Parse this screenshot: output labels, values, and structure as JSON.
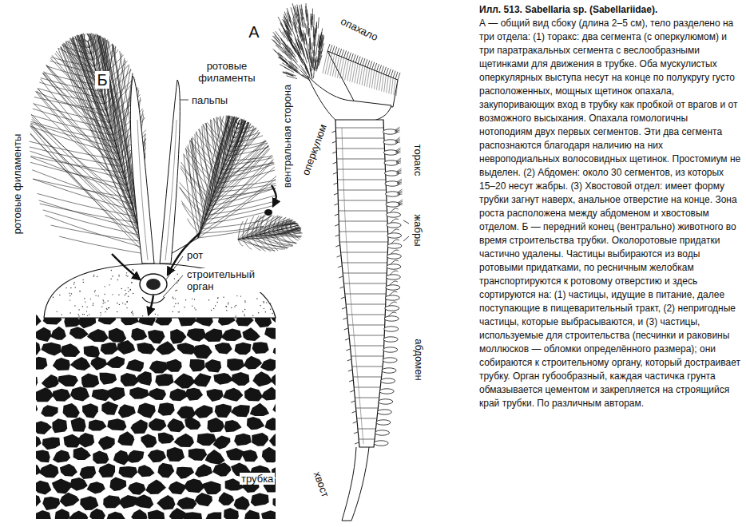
{
  "diagram": {
    "title": "Илл. 513. Sabellaria sp. (Sabellariidae).",
    "caption": "А — общий вид сбоку (длина 2–5 см), тело разделено на три отдела: (1) торакс: два сегмента (с оперкулюмом) и три паратракальных сегмента с веслообразными щетинками для движения в трубке. Оба мускулистых оперкулярных выступа несут на конце по полукругу густо расположенных, мощных щетинок опахала, закупоривающих вход в трубку как пробкой от врагов и от возможного высыхания. Опахала гомологичны нотоподиям двух первых сегментов. Эти два сегмента распознаются благодаря наличию на них невроподиальных волосовидных щетинок. Простомиум не выделен. (2) Абдомен: около 30 сегментов, из которых 15–20 несут жабры. (3) Хвостовой отдел: имеет форму трубки загнут наверх, анальное отверстие на конце. Зона роста расположена между абдоменом и хвостовым отделом. Б — передний конец (вентрально) животного во время строительства трубки. Околоротовые придатки частично удалены. Частицы выбираются из воды ротовыми придатками, по ресничным желобкам транспортируются к ротовому отверстию и здесь сортируются на: (1) частицы, идущие в питание, далее поступающие в пищеварительный тракт, (2) непригодные частицы, которые выбрасываются, и (3) частицы, используемые для строительства (песчинки и раковины моллюсков — обломки определённого размера); они собираются к строительному органу, который достраивает трубку. Орган губообразный, каждая частичка грунта обмазывается цементом и закрепляется на строящийся край трубки. По различным авторам.",
    "labels": [
      "А",
      "Б",
      "ротовые филаменты",
      "пальпы",
      "рот",
      "строительный орган",
      "трубка",
      "ротовые филаменты",
      "опахало",
      "оперкулюм",
      "вентральная сторона",
      "торакс",
      "жабры",
      "абдомен",
      "хвост"
    ]
  }
}
